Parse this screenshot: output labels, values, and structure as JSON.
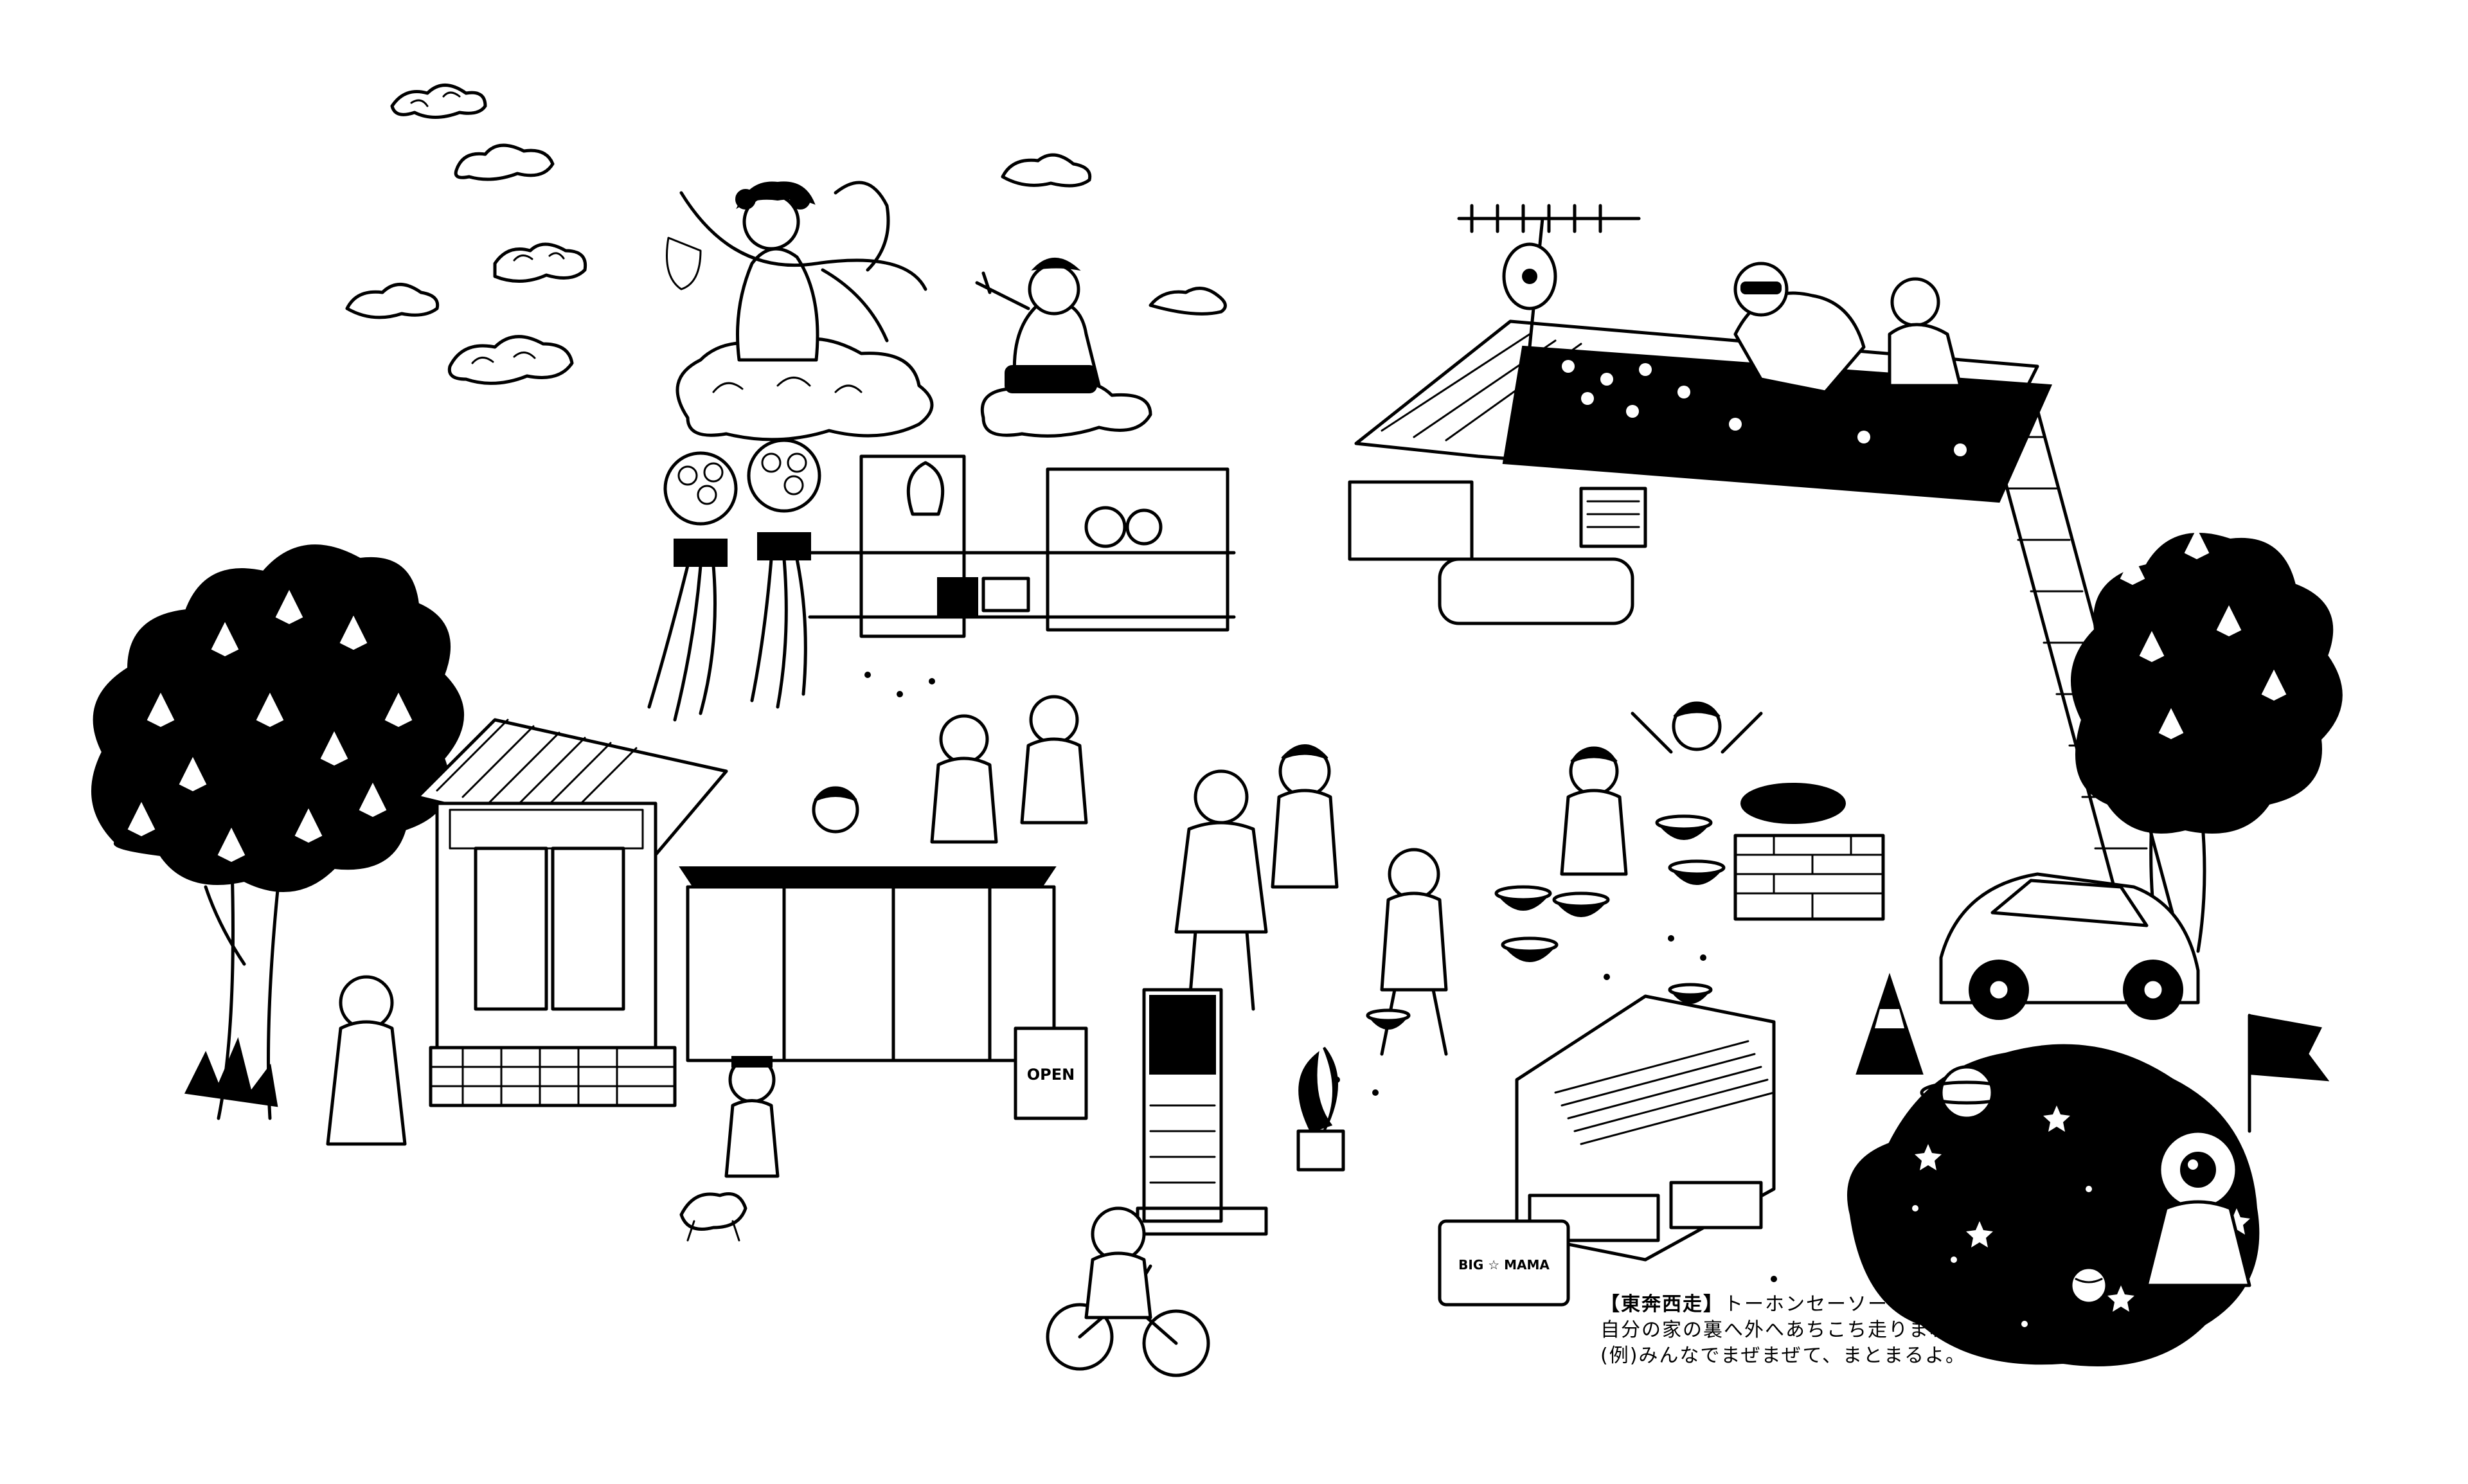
{
  "caption": {
    "title": "【東奔西走】",
    "reading": "トーホンセーソー",
    "line1": "自分の家の裏へ外へあちこち走りまわること。",
    "line2": "(例)みんなでまぜまぜて、まとまるよ。"
  },
  "signs": {
    "shop_sign": "OPEN",
    "tote_bag": "BIG ☆ MAMA"
  },
  "icons": [
    "cloud-icon",
    "tree-icon",
    "house-roof-icon",
    "antenna-icon",
    "satellite-dish-icon",
    "ladder-icon",
    "car-icon",
    "bicycle-icon",
    "planet-icon",
    "star-icon",
    "astronaut-icon",
    "flag-icon",
    "bowl-icon",
    "traffic-cone-icon",
    "potted-plant-icon"
  ],
  "colors": {
    "ink": "#000000",
    "paper": "#ffffff"
  }
}
